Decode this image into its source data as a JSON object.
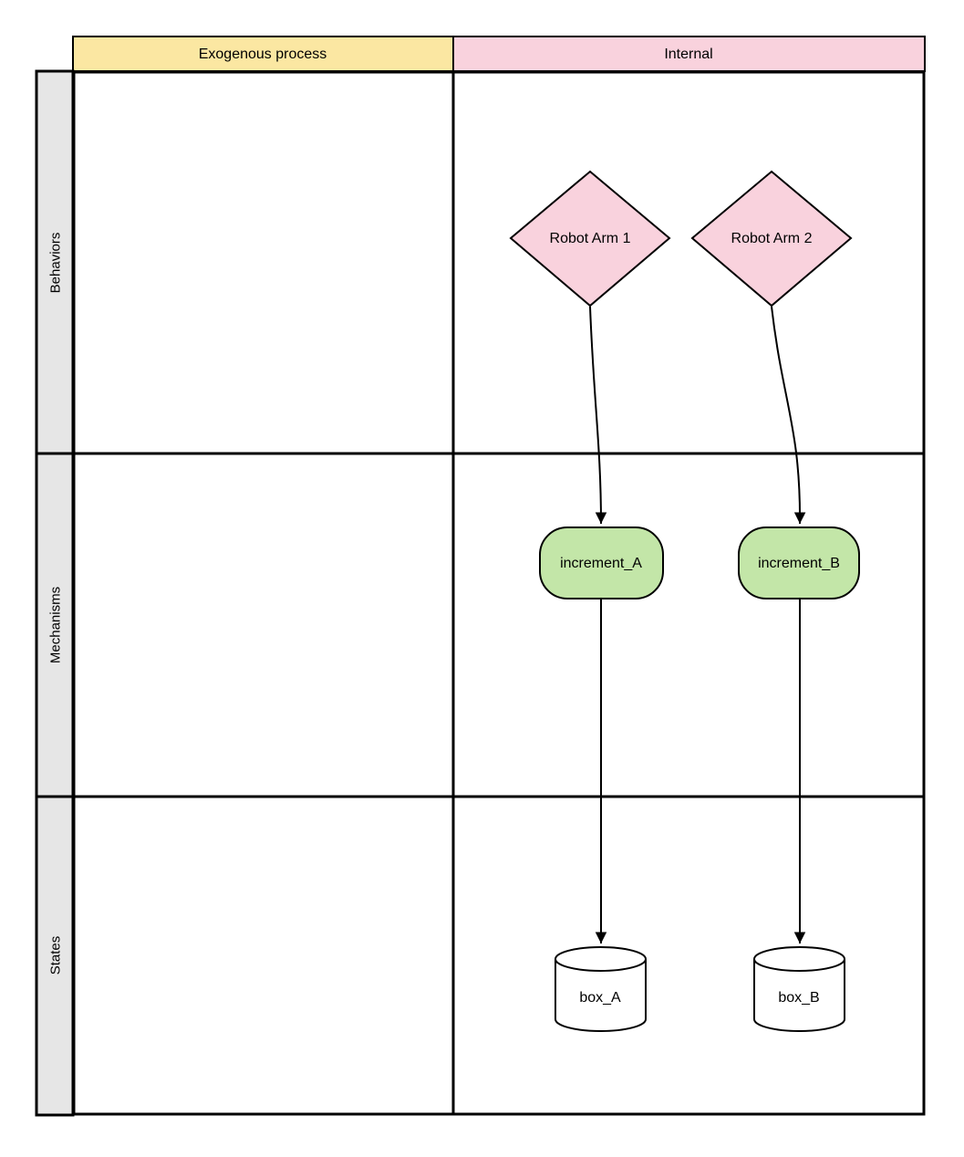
{
  "diagram": {
    "column_headers": {
      "exogenous": "Exogenous process",
      "internal": "Internal"
    },
    "row_headers": {
      "behaviors": "Behaviors",
      "mechanisms": "Mechanisms",
      "states": "States"
    },
    "nodes": {
      "robot_arm_1": {
        "label": "Robot Arm 1",
        "shape": "diamond",
        "row": "Behaviors",
        "column": "Internal"
      },
      "robot_arm_2": {
        "label": "Robot Arm 2",
        "shape": "diamond",
        "row": "Behaviors",
        "column": "Internal"
      },
      "increment_a": {
        "label": "increment_A",
        "shape": "rounded-rectangle",
        "row": "Mechanisms",
        "column": "Internal"
      },
      "increment_b": {
        "label": "increment_B",
        "shape": "rounded-rectangle",
        "row": "Mechanisms",
        "column": "Internal"
      },
      "box_a": {
        "label": "box_A",
        "shape": "cylinder",
        "row": "States",
        "column": "Internal"
      },
      "box_b": {
        "label": "box_B",
        "shape": "cylinder",
        "row": "States",
        "column": "Internal"
      }
    },
    "edges": [
      {
        "from": "Robot Arm 1",
        "to": "increment_A",
        "arrow": "filled-triangle"
      },
      {
        "from": "Robot Arm 2",
        "to": "increment_B",
        "arrow": "filled-triangle"
      },
      {
        "from": "increment_A",
        "to": "box_A",
        "arrow": "filled-triangle"
      },
      {
        "from": "increment_B",
        "to": "box_B",
        "arrow": "filled-triangle"
      }
    ],
    "colors": {
      "exogenous_header_fill": "#FBE7A2",
      "internal_header_fill": "#F9D2DD",
      "row_header_fill": "#E6E6E6",
      "behavior_node_fill": "#F9D2DD",
      "mechanism_node_fill": "#C3E6A8",
      "state_node_fill": "#FFFFFF",
      "border": "#000000"
    }
  }
}
